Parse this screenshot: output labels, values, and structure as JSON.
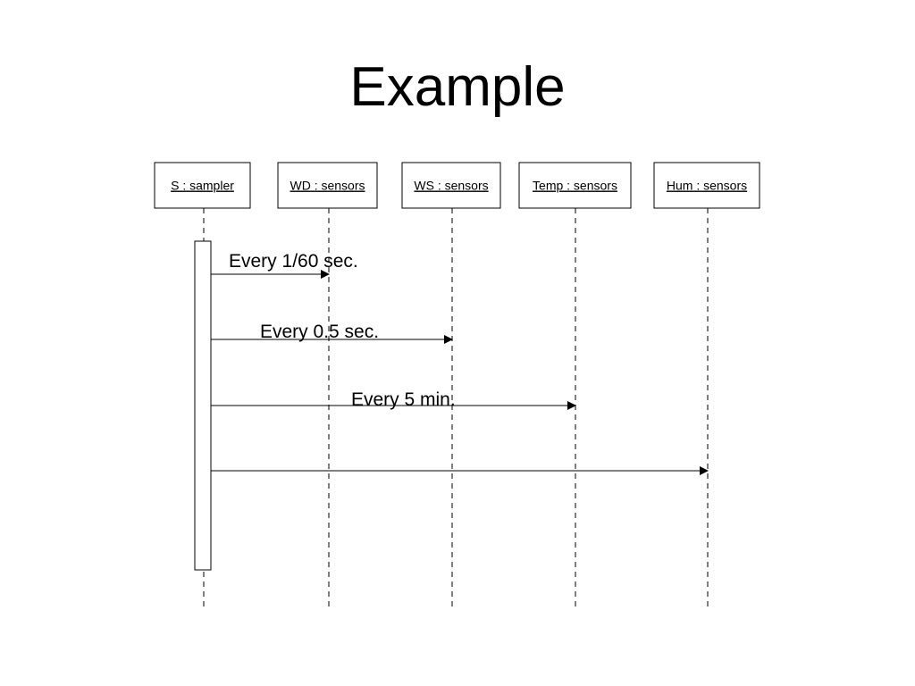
{
  "slide": {
    "title": "Example"
  },
  "diagram": {
    "type": "sequence",
    "lifelines": [
      {
        "id": "sampler",
        "label": "S : sampler"
      },
      {
        "id": "wd",
        "label": "WD : sensors"
      },
      {
        "id": "ws",
        "label": "WS : sensors"
      },
      {
        "id": "temp",
        "label": "Temp : sensors"
      },
      {
        "id": "hum",
        "label": "Hum : sensors"
      }
    ],
    "activation": {
      "lifeline": "sampler"
    },
    "messages": [
      {
        "from": "sampler",
        "to": "wd",
        "label": "Every 1/60 sec."
      },
      {
        "from": "sampler",
        "to": "ws",
        "label": "Every 0.5 sec."
      },
      {
        "from": "sampler",
        "to": "temp",
        "label": "Every 5 min."
      },
      {
        "from": "sampler",
        "to": "hum",
        "label": ""
      }
    ]
  }
}
